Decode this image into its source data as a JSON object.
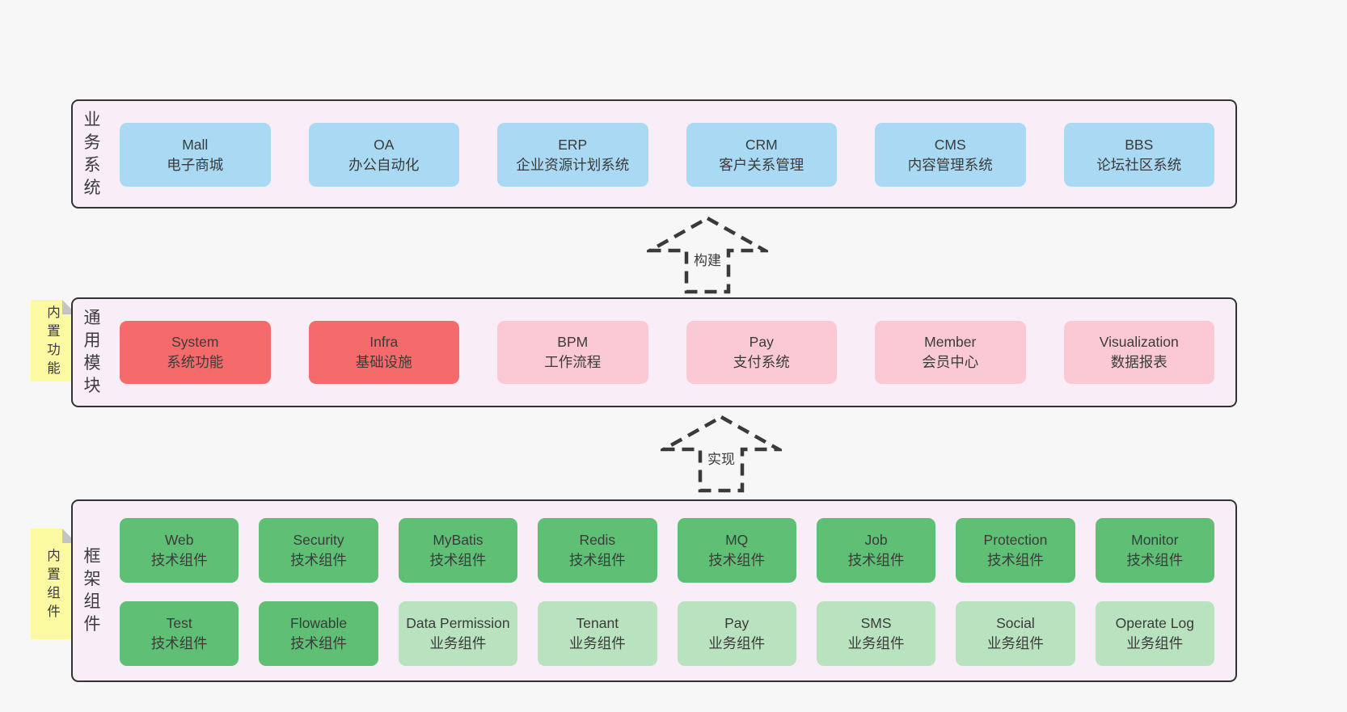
{
  "palette": {
    "page_bg": "#f7f7f7",
    "panel_bg": "#f9edf7",
    "panel_border": "#333333",
    "text": "#3b3b3b",
    "blue": "#a9d9f3",
    "red": "#f56b6b",
    "pink": "#fac9d3",
    "green": "#5fc075",
    "green_light": "#b9e2bf",
    "sticky_yellow": "#fbf9a2",
    "sticky_fold": "#c4c4c4",
    "arrow": "#3a3a3a"
  },
  "layers": {
    "business": {
      "side_label": "业务系统",
      "boxes": [
        {
          "name": "Mall",
          "subtitle": "电子商城",
          "kind": "blue"
        },
        {
          "name": "OA",
          "subtitle": "办公自动化",
          "kind": "blue"
        },
        {
          "name": "ERP",
          "subtitle": "企业资源计划系统",
          "kind": "blue"
        },
        {
          "name": "CRM",
          "subtitle": "客户关系管理",
          "kind": "blue"
        },
        {
          "name": "CMS",
          "subtitle": "内容管理系统",
          "kind": "blue"
        },
        {
          "name": "BBS",
          "subtitle": "论坛社区系统",
          "kind": "blue"
        }
      ]
    },
    "modules": {
      "side_label": "通用模块",
      "sticky_label": "内置功能",
      "boxes": [
        {
          "name": "System",
          "subtitle": "系统功能",
          "kind": "red"
        },
        {
          "name": "Infra",
          "subtitle": "基础设施",
          "kind": "red"
        },
        {
          "name": "BPM",
          "subtitle": "工作流程",
          "kind": "pink"
        },
        {
          "name": "Pay",
          "subtitle": "支付系统",
          "kind": "pink"
        },
        {
          "name": "Member",
          "subtitle": "会员中心",
          "kind": "pink"
        },
        {
          "name": "Visualization",
          "subtitle": "数据报表",
          "kind": "pink"
        }
      ]
    },
    "components": {
      "side_label": "框架组件",
      "sticky_label": "内置组件",
      "row1": [
        {
          "name": "Web",
          "subtitle": "技术组件",
          "kind": "green"
        },
        {
          "name": "Security",
          "subtitle": "技术组件",
          "kind": "green"
        },
        {
          "name": "MyBatis",
          "subtitle": "技术组件",
          "kind": "green"
        },
        {
          "name": "Redis",
          "subtitle": "技术组件",
          "kind": "green"
        },
        {
          "name": "MQ",
          "subtitle": "技术组件",
          "kind": "green"
        },
        {
          "name": "Job",
          "subtitle": "技术组件",
          "kind": "green"
        },
        {
          "name": "Protection",
          "subtitle": "技术组件",
          "kind": "green"
        },
        {
          "name": "Monitor",
          "subtitle": "技术组件",
          "kind": "green"
        }
      ],
      "row2": [
        {
          "name": "Test",
          "subtitle": "技术组件",
          "kind": "green"
        },
        {
          "name": "Flowable",
          "subtitle": "技术组件",
          "kind": "green"
        },
        {
          "name": "Data Permission",
          "subtitle": "业务组件",
          "kind": "green-light"
        },
        {
          "name": "Tenant",
          "subtitle": "业务组件",
          "kind": "green-light"
        },
        {
          "name": "Pay",
          "subtitle": "业务组件",
          "kind": "green-light"
        },
        {
          "name": "SMS",
          "subtitle": "业务组件",
          "kind": "green-light"
        },
        {
          "name": "Social",
          "subtitle": "业务组件",
          "kind": "green-light"
        },
        {
          "name": "Operate Log",
          "subtitle": "业务组件",
          "kind": "green-light"
        }
      ]
    }
  },
  "arrows": {
    "build": {
      "label": "构建"
    },
    "implement": {
      "label": "实现"
    }
  }
}
